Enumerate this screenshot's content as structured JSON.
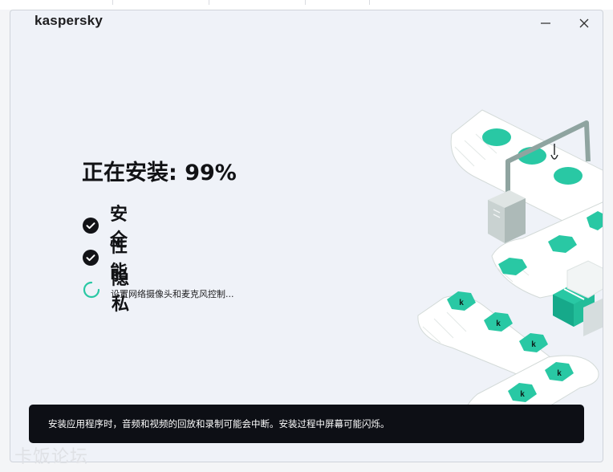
{
  "app": {
    "brand": "kaspersky"
  },
  "installer": {
    "title": "正在安装: 99%",
    "progress_percent": 99,
    "steps": [
      {
        "label": "安全",
        "state": "done",
        "icon": "check-circle-icon"
      },
      {
        "label": "性能",
        "state": "done",
        "icon": "check-circle-icon"
      },
      {
        "label": "隐私",
        "state": "in-progress",
        "icon": "spinner-icon",
        "detail": "设置网络摄像头和麦克风控制..."
      }
    ]
  },
  "notice": {
    "text": "安装应用程序时，音频和视频的回放和录制可能会中断。安装过程中屏幕可能闪烁。"
  },
  "watermark": {
    "text": "卡饭论坛"
  },
  "colors": {
    "accent": "#29c8a4",
    "text": "#111215",
    "banner_bg": "#0d0f15",
    "window_bg": "#eff2f8"
  }
}
